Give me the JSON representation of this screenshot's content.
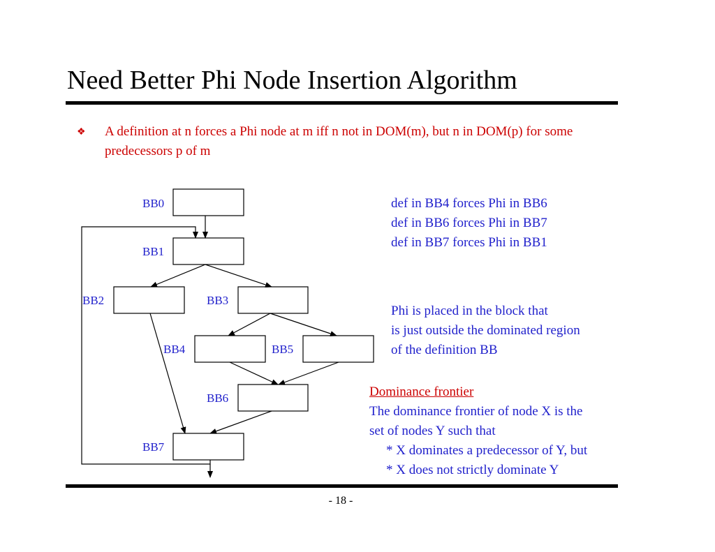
{
  "slide": {
    "title": "Need Better Phi Node Insertion Algorithm",
    "bullet": {
      "icon": "diamond-bullet-icon",
      "text": "A definition at n forces a Phi node at m iff n not in DOM(m), but n in DOM(p) for some predecessors p of m"
    },
    "page_number": "- 18 -"
  },
  "diagram": {
    "blocks": [
      "BB0",
      "BB1",
      "BB2",
      "BB3",
      "BB4",
      "BB5",
      "BB6",
      "BB7"
    ],
    "edges": [
      [
        "BB0",
        "BB1"
      ],
      [
        "BB1",
        "BB2"
      ],
      [
        "BB1",
        "BB3"
      ],
      [
        "BB3",
        "BB4"
      ],
      [
        "BB3",
        "BB5"
      ],
      [
        "BB4",
        "BB6"
      ],
      [
        "BB5",
        "BB6"
      ],
      [
        "BB6",
        "BB7"
      ],
      [
        "BB2",
        "BB7"
      ],
      [
        "BB7",
        "BB1"
      ]
    ]
  },
  "notes": {
    "phi_forcing": [
      "def in BB4 forces Phi in BB6",
      "def in BB6 forces Phi in BB7",
      "def in BB7 forces Phi in BB1"
    ],
    "placement": [
      "Phi is placed in the block that",
      "is just outside the dominated region",
      "of the definition BB"
    ],
    "dominance_frontier": {
      "heading": "Dominance frontier",
      "lines": [
        "The dominance frontier of node X is the",
        "set of nodes Y such that"
      ],
      "bullets": [
        "* X dominates a predecessor of Y, but",
        "* X does not strictly dominate Y"
      ]
    }
  },
  "colors": {
    "title": "#000000",
    "bullet_text": "#cc0000",
    "notes": "#2222cc",
    "heading": "#cc0000",
    "lines": "#000000"
  }
}
